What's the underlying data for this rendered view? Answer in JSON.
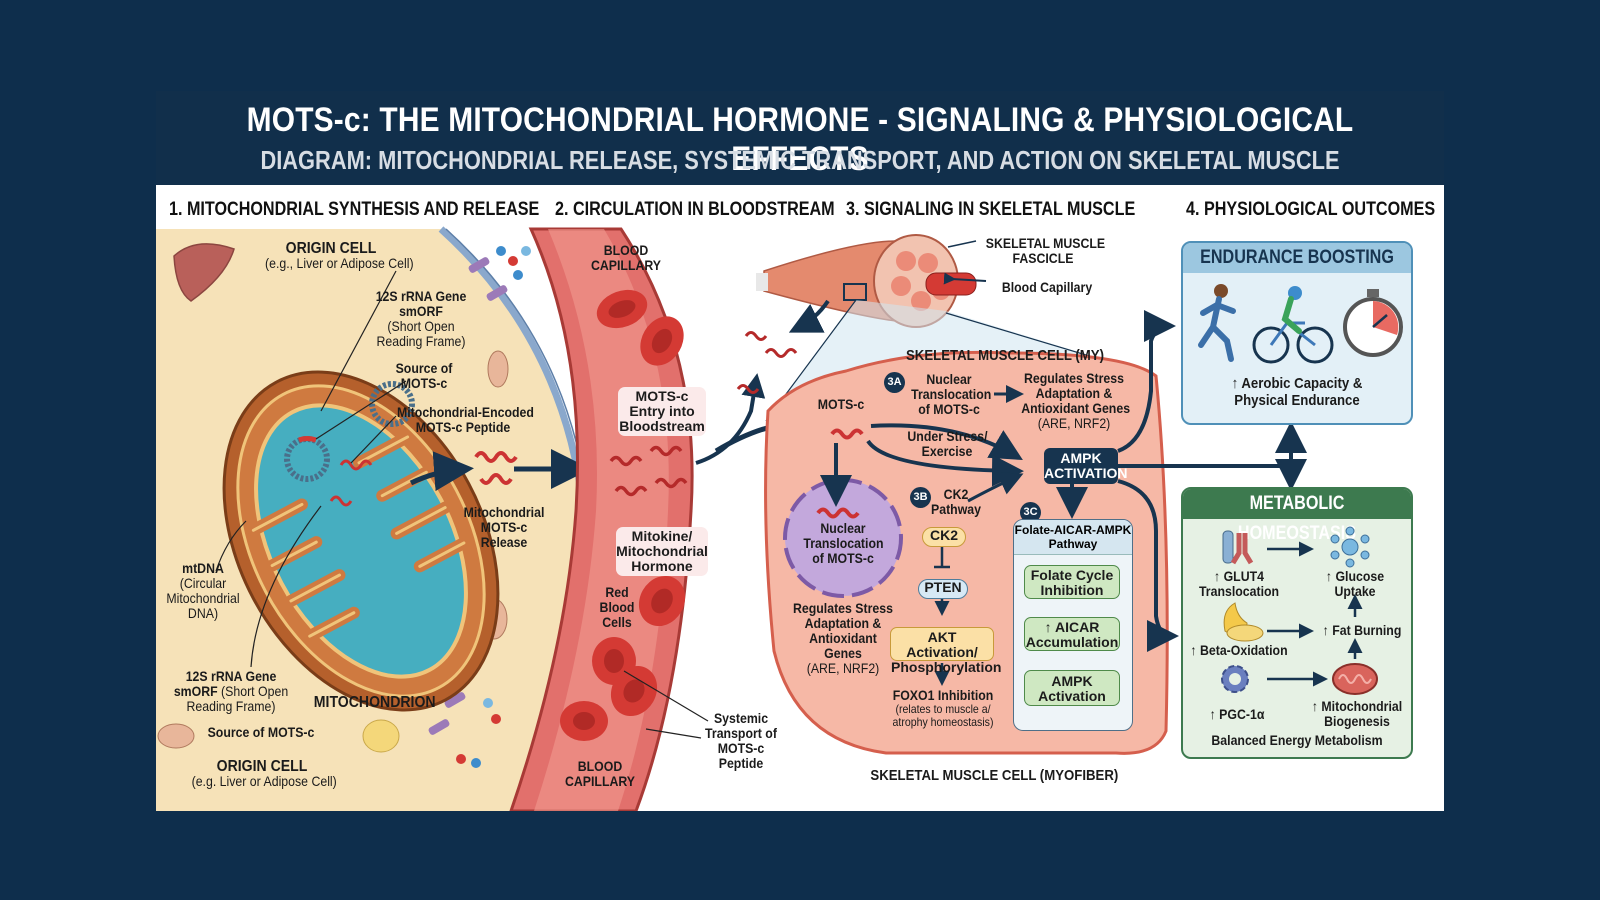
{
  "header": {
    "title": "MOTS-c: THE MITOCHONDRIAL HORMONE - SIGNALING & PHYSIOLOGICAL EFFECTS",
    "subtitle": "DIAGRAM: MITOCHONDRIAL RELEASE, SYSTEMIC TRANSPORT, AND ACTION ON SKELETAL MUSCLE"
  },
  "sections": [
    "1. MITOCHONDRIAL SYNTHESIS AND RELEASE",
    "2. CIRCULATION IN BLOODSTREAM",
    "3. SIGNALING IN SKELETAL MUSCLE",
    "4. PHYSIOLOGICAL OUTCOMES"
  ],
  "panel1": {
    "origin_cell_top": {
      "title": "ORIGIN CELL",
      "sub": "(e.g., Liver or Adipose Cell)"
    },
    "gene_label": {
      "l1": "12S rRNA Gene",
      "l2": "smORF",
      "l3": "(Short Open",
      "l4": "Reading Frame)"
    },
    "source_label": {
      "l1": "Source of",
      "l2": "MOTS-c"
    },
    "peptide_label": {
      "l1": "Mitochondrial-Encoded",
      "l2": "MOTS-c Peptide"
    },
    "release_label": {
      "l1": "Mitochondrial",
      "l2": "MOTS-c",
      "l3": "Release"
    },
    "mtdna_label": {
      "l1": "mtDNA",
      "l2": "(Circular",
      "l3": "Mitochondrial",
      "l4": "DNA)"
    },
    "gene_label_bottom": {
      "l1": "12S rRNA Gene",
      "l2a": "smORF",
      "l2b": " (Short Open",
      "l3": "Reading Frame)"
    },
    "mitochondrion_label": "MITOCHONDRION",
    "source_bottom": "Source of MOTS-c",
    "origin_cell_bottom": {
      "title": "ORIGIN CELL",
      "sub": "(e.g. Liver or Adipose Cell)"
    }
  },
  "panel2": {
    "capillary_top": {
      "l1": "BLOOD",
      "l2": "CAPILLARY"
    },
    "entry_label": {
      "l1": "MOTS-c",
      "l2": "Entry into",
      "l3": "Bloodstream"
    },
    "mitokine_label": {
      "l1": "Mitokine/",
      "l2": "Mitochondrial",
      "l3": "Hormone"
    },
    "rbc_label": {
      "l1": "Red",
      "l2": "Blood",
      "l3": "Cells"
    },
    "transport_label": {
      "l1": "Systemic",
      "l2": "Transport of",
      "l3": "MOTS-c",
      "l4": "Peptide"
    },
    "capillary_bottom": {
      "l1": "BLOOD",
      "l2": "CAPILLARY"
    }
  },
  "panel3": {
    "fascicle_label": {
      "l1": "SKELETAL MUSCLE",
      "l2": "FASCICLE"
    },
    "blood_capillary_label": "Blood Capillary",
    "cell_title": "SKELETAL MUSCLE CELL (MY)",
    "mots_c_label": "MOTS-c",
    "badge_3a": "3A",
    "nuclear_translocation_3a": {
      "l1": "Nuclear",
      "l2": "Translocation",
      "l3": "of MOTS-c"
    },
    "regulates_3a": {
      "l1": "Regulates Stress",
      "l2": "Adaptation &",
      "l3": "Antioxidant Genes",
      "l4": "(ARE, NRF2)"
    },
    "stress_label": {
      "l1": "Under Stress/",
      "l2": "Exercise"
    },
    "ampk_box": {
      "l1": "AMPK",
      "l2": "ACTIVATION"
    },
    "nucleus_label": {
      "l1": "Nuclear",
      "l2": "Translocation",
      "l3": "of MOTS-c"
    },
    "regulates_nucleus": {
      "l1": "Regulates Stress",
      "l2": "Adaptation &",
      "l3": "Antioxidant",
      "l4": "Genes",
      "l5": "(ARE, NRF2)"
    },
    "badge_3b": "3B",
    "ck2_pathway": {
      "l1": "CK2",
      "l2": "Pathway"
    },
    "ck2_node": "CK2",
    "pten_node": "PTEN",
    "akt_node": {
      "l1": "AKT Activation/",
      "l2": "Phosphorylation"
    },
    "foxo1": {
      "l1": "FOXO1 Inhibition",
      "l2": "(relates to muscle a/",
      "l3": "atrophy homeostasis)"
    },
    "badge_3c": "3C",
    "folate_pathway": {
      "title_l1": "Folate-AICAR-AMPK",
      "title_l2": "Pathway",
      "steps": [
        {
          "l1": "Folate Cycle",
          "l2": "Inhibition"
        },
        {
          "l1": "↑ AICAR",
          "l2": "Accumulation"
        },
        {
          "l1": "AMPK",
          "l2": "Activation"
        }
      ]
    },
    "myofiber_label": "SKELETAL MUSCLE CELL (MYOFIBER)"
  },
  "panel4": {
    "endurance": {
      "title": "ENDURANCE BOOSTING",
      "icons": [
        "runner-icon",
        "cyclist-icon",
        "stopwatch-icon"
      ],
      "caption_l1": "↑ Aerobic Capacity &",
      "caption_l2": "Physical Endurance"
    },
    "metabolic": {
      "title": "METABOLIC HOMEOSTASIS",
      "glut4": {
        "l1": "↑ GLUT4",
        "l2": "Translocation"
      },
      "glucose": {
        "l1": "↑ Glucose",
        "l2": "Uptake"
      },
      "beta": "↑ Beta-Oxidation",
      "fat": "↑ Fat Burning",
      "pgc": "↑ PGC-1α",
      "mito": {
        "l1": "↑ Mitochondrial",
        "l2": "Biogenesis"
      },
      "footer": "Balanced Energy Metabolism"
    }
  },
  "colors": {
    "navy": "#112f4b",
    "cell_cream": "#f6e2b8",
    "membrane_blue": "#8aa8cc",
    "mito_brown": "#b5602c",
    "matrix_teal": "#46aec0",
    "blood_red": "#e2706c",
    "rbc_red": "#d43a34",
    "muscle_pink": "#f6b8a6",
    "endurance_blue": "#4f90b8",
    "metabolic_green": "#3d7a4f"
  }
}
